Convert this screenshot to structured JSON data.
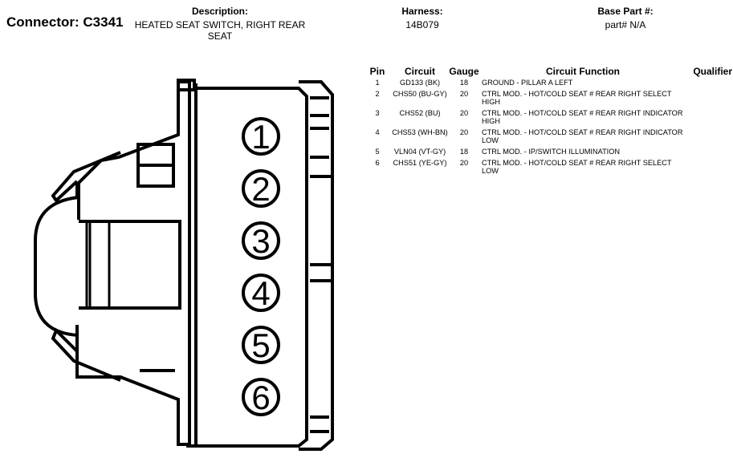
{
  "connector": {
    "title": "Connector: C3341"
  },
  "header": {
    "description_label": "Description:",
    "description_value": "HEATED SEAT SWITCH, RIGHT REAR SEAT",
    "harness_label": "Harness:",
    "harness_value": "14B079",
    "base_part_label": "Base Part #:",
    "base_part_value": "part# N/A"
  },
  "table": {
    "columns": [
      "Pin",
      "Circuit",
      "Gauge",
      "Circuit Function",
      "Qualifier"
    ],
    "rows": [
      {
        "pin": "1",
        "circuit": "GD133 (BK)",
        "gauge": "18",
        "function": "GROUND - PILLAR A LEFT",
        "qualifier": ""
      },
      {
        "pin": "2",
        "circuit": "CHS50 (BU-GY)",
        "gauge": "20",
        "function": "CTRL MOD. - HOT/COLD SEAT # REAR RIGHT SELECT HIGH",
        "qualifier": ""
      },
      {
        "pin": "3",
        "circuit": "CHS52 (BU)",
        "gauge": "20",
        "function": "CTRL MOD. - HOT/COLD SEAT # REAR RIGHT INDICATOR HIGH",
        "qualifier": ""
      },
      {
        "pin": "4",
        "circuit": "CHS53 (WH-BN)",
        "gauge": "20",
        "function": "CTRL MOD. - HOT/COLD SEAT # REAR RIGHT INDICATOR LOW",
        "qualifier": ""
      },
      {
        "pin": "5",
        "circuit": "VLN04 (VT-GY)",
        "gauge": "18",
        "function": "CTRL MOD. - IP/SWITCH ILLUMINATION",
        "qualifier": ""
      },
      {
        "pin": "6",
        "circuit": "CHS51 (YE-GY)",
        "gauge": "20",
        "function": "CTRL MOD. - HOT/COLD SEAT # REAR RIGHT SELECT LOW",
        "qualifier": ""
      }
    ]
  },
  "diagram": {
    "pin_numbers": [
      "1",
      "2",
      "3",
      "4",
      "5",
      "6"
    ]
  }
}
